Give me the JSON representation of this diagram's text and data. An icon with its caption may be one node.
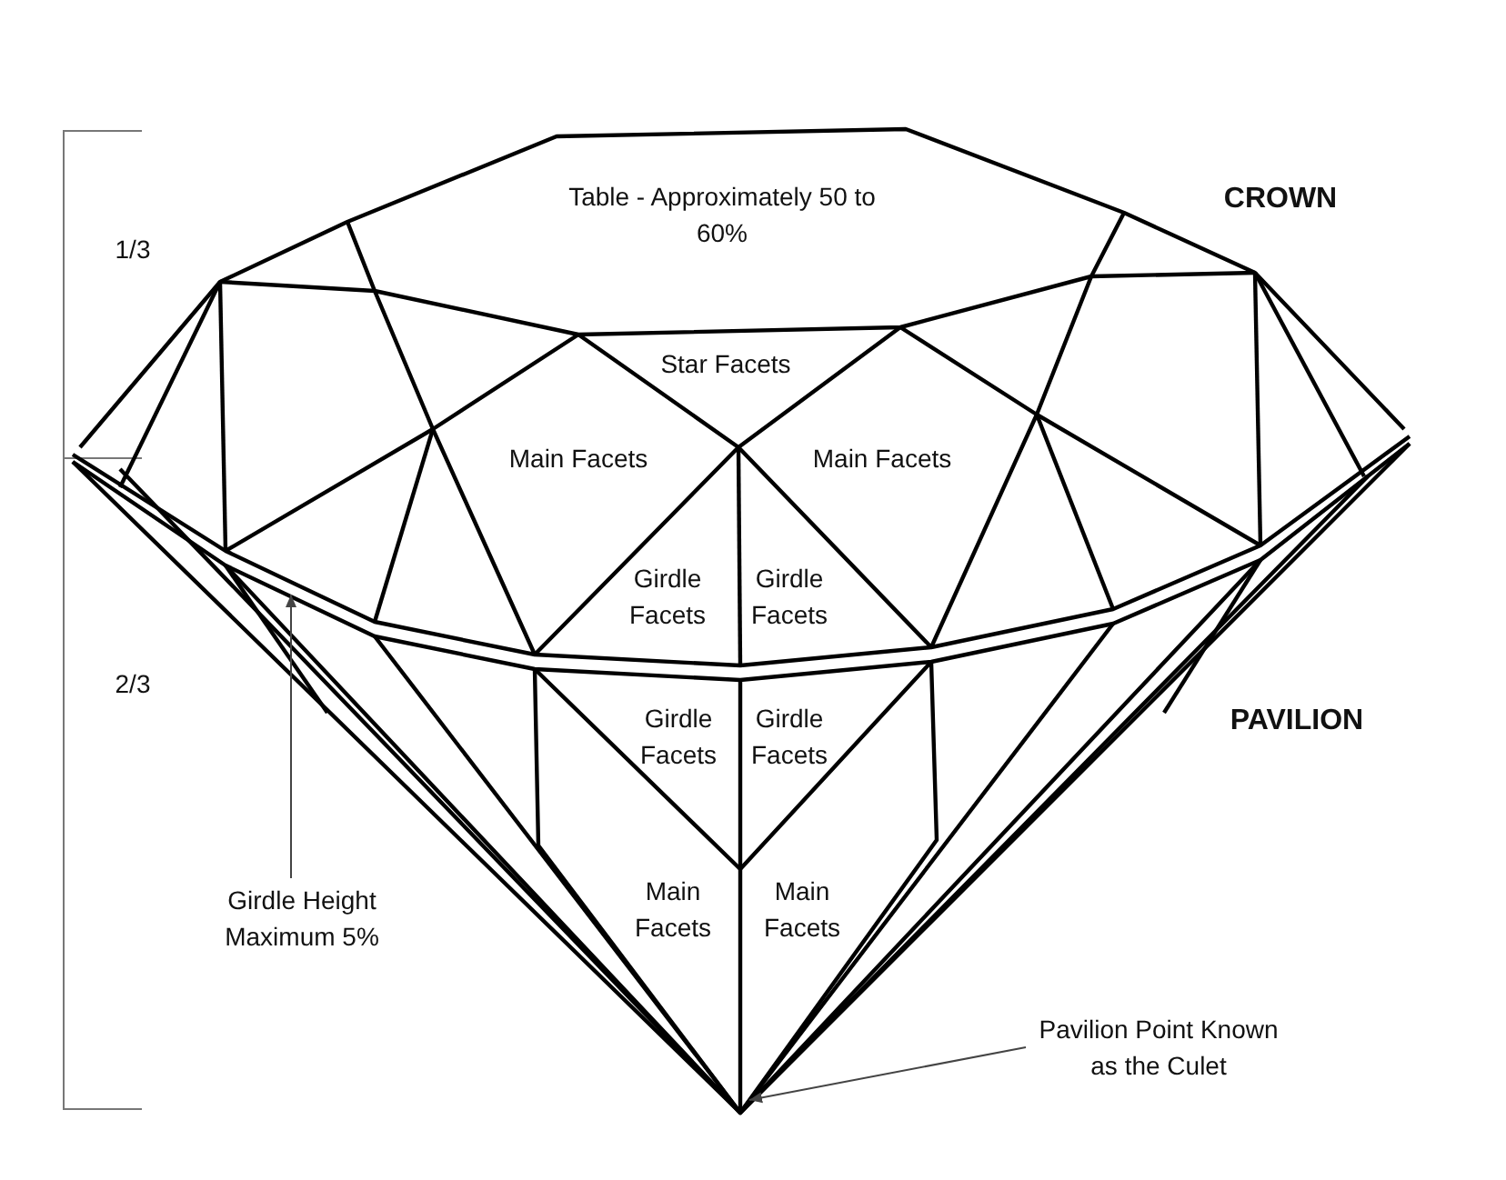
{
  "diagram": {
    "nodes": [
      {
        "text": [
          "Girdle Height Maximum 5%"
        ]
      },
      {
        "text": [
          "Pavilion Point Known as the Culet"
        ]
      }
    ],
    "edges": [
      {
        "from": 0,
        "to": null,
        "arrow": "to"
      },
      {
        "from": 1,
        "to": null,
        "arrow": "to"
      }
    ],
    "labels": [
      "Table - Approximately 50 to 60%",
      "CROWN",
      "1/3",
      "Star Facets",
      "Main Facets",
      "Main Facets",
      "Girdle Facets",
      "Girdle Facets",
      "2/3",
      "Girdle Facets",
      "Girdle Facets",
      "PAVILION",
      "Main Facets",
      "Main Facets"
    ]
  }
}
